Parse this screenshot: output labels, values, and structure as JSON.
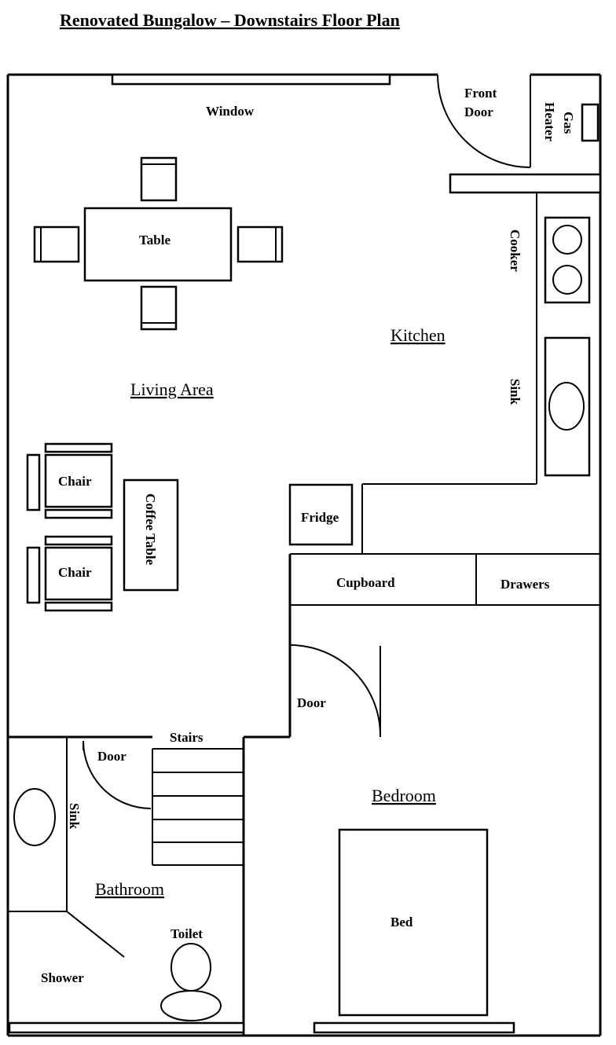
{
  "title": "Renovated Bungalow – Downstairs Floor Plan",
  "rooms": {
    "living_area": "Living Area",
    "kitchen": "Kitchen",
    "bedroom": "Bedroom",
    "bathroom": "Bathroom"
  },
  "labels": {
    "window": "Window",
    "front_door_1": "Front",
    "front_door_2": "Door",
    "gas_heater_1": "Gas",
    "gas_heater_2": "Heater",
    "table": "Table",
    "cooker": "Cooker",
    "sink_kitchen": "Sink",
    "chair_1": "Chair",
    "chair_2": "Chair",
    "coffee_table": "Coffee Table",
    "fridge": "Fridge",
    "cupboard": "Cupboard",
    "drawers": "Drawers",
    "bedroom_door": "Door",
    "stairs": "Stairs",
    "bathroom_door": "Door",
    "sink_bathroom": "Sink",
    "toilet": "Toilet",
    "shower": "Shower",
    "bed": "Bed"
  }
}
